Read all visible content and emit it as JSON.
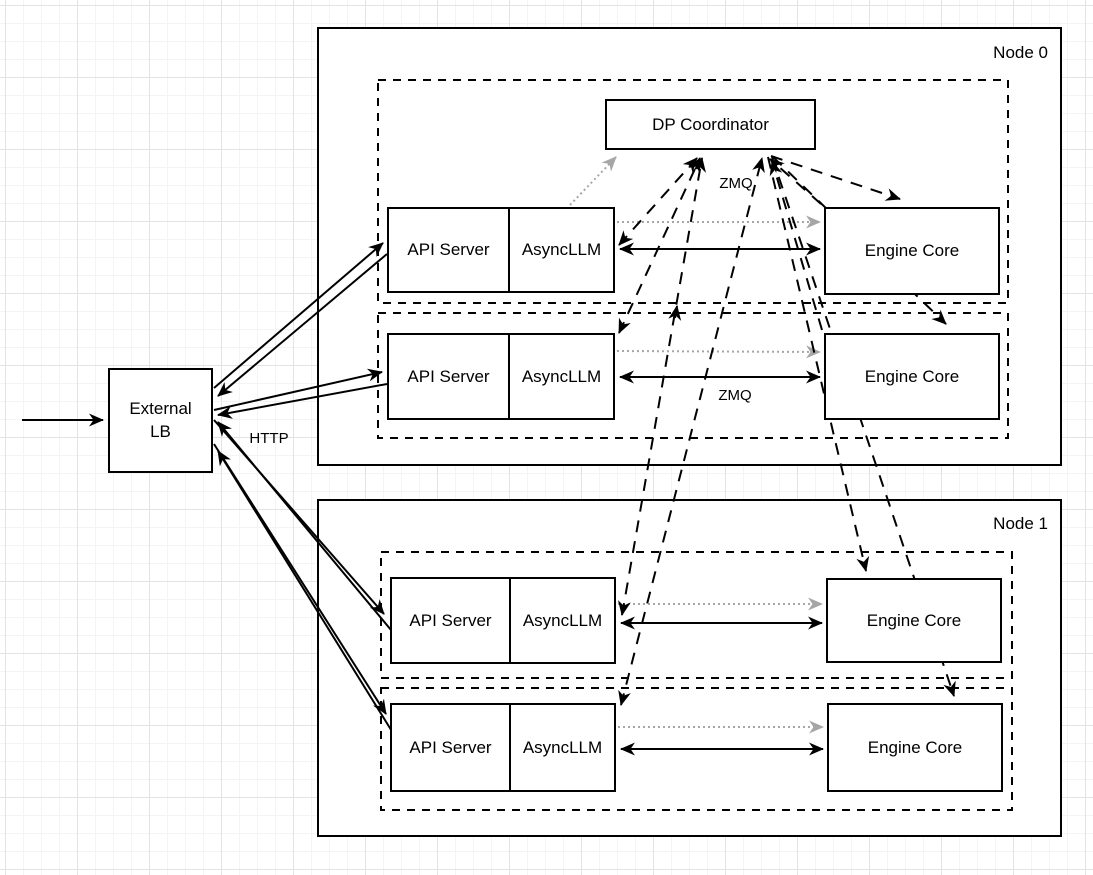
{
  "diagram": {
    "nodes": [
      {
        "label": "Node 0",
        "rows": [
          {
            "api_server": "API Server",
            "async_llm": "AsyncLLM",
            "engine_core": "Engine Core"
          },
          {
            "api_server": "API Server",
            "async_llm": "AsyncLLM",
            "engine_core": "Engine Core"
          }
        ]
      },
      {
        "label": "Node 1",
        "rows": [
          {
            "api_server": "API Server",
            "async_llm": "AsyncLLM",
            "engine_core": "Engine Core"
          },
          {
            "api_server": "API Server",
            "async_llm": "AsyncLLM",
            "engine_core": "Engine Core"
          }
        ]
      }
    ],
    "coordinator": {
      "label": "DP Coordinator"
    },
    "external_lb": {
      "line1": "External",
      "line2": "LB"
    },
    "edge_labels": {
      "zmq_coordinator": "ZMQ",
      "zmq_engine": "ZMQ",
      "http": "HTTP"
    },
    "colors": {
      "stroke": "#000000",
      "gray_arrow": "#a6a6a6",
      "box_fill": "#ffffff",
      "grid_minor": "#f4f4f6",
      "grid_major": "#e3e3e6"
    }
  }
}
